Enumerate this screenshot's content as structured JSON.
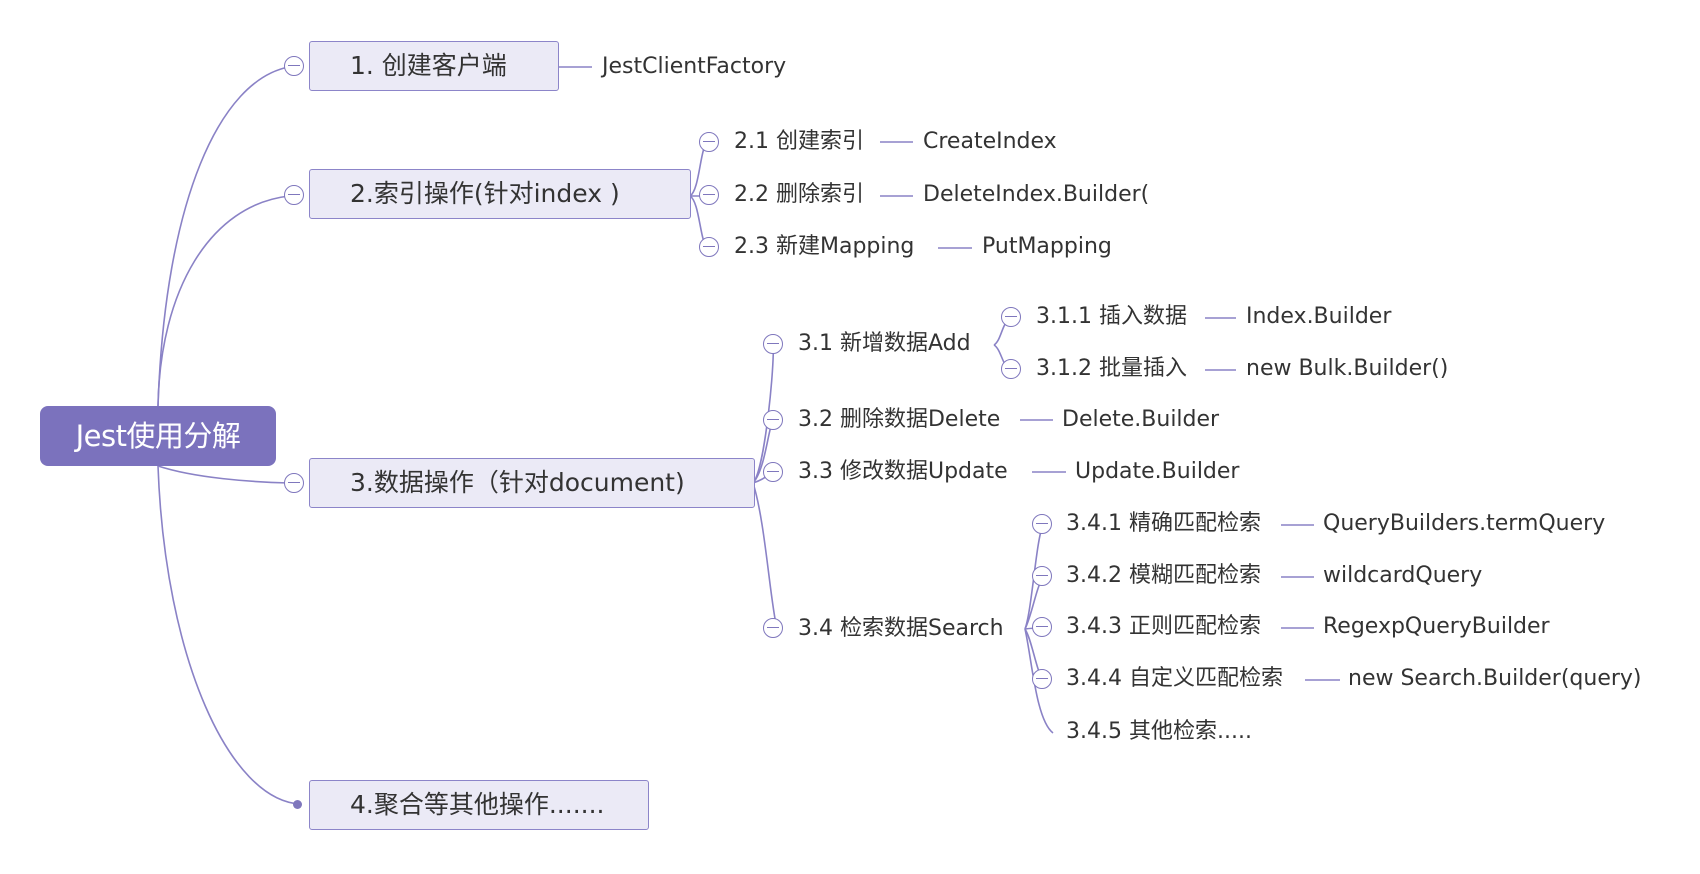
{
  "root": {
    "label": "Jest使用分解"
  },
  "branches": [
    {
      "label": "1. 创建客户端",
      "leaf": "JestClientFactory"
    },
    {
      "label": "2.索引操作(针对index )",
      "children": [
        {
          "label": "2.1 创建索引",
          "leaf": "CreateIndex"
        },
        {
          "label": "2.2 删除索引",
          "leaf": "DeleteIndex.Builder("
        },
        {
          "label": "2.3 新建Mapping",
          "leaf": "PutMapping"
        }
      ]
    },
    {
      "label": "3.数据操作（针对document)",
      "children": [
        {
          "label": "3.1 新增数据Add",
          "children": [
            {
              "label": "3.1.1 插入数据",
              "leaf": "Index.Builder"
            },
            {
              "label": "3.1.2 批量插入",
              "leaf": "new Bulk.Builder()"
            }
          ]
        },
        {
          "label": "3.2 删除数据Delete",
          "leaf": "Delete.Builder"
        },
        {
          "label": "3.3 修改数据Update",
          "leaf": "Update.Builder"
        },
        {
          "label": "3.4 检索数据Search",
          "children": [
            {
              "label": "3.4.1 精确匹配检索",
              "leaf": "QueryBuilders.termQuery"
            },
            {
              "label": "3.4.2 模糊匹配检索",
              "leaf": "wildcardQuery"
            },
            {
              "label": "3.4.3 正则匹配检索",
              "leaf": "RegexpQueryBuilder"
            },
            {
              "label": "3.4.4 自定义匹配检索",
              "leaf": "new Search.Builder(query)"
            },
            {
              "label": "3.4.5 其他检索....."
            }
          ]
        }
      ]
    },
    {
      "label": "4.聚合等其他操作......."
    }
  ],
  "colors": {
    "accent": "#7b72bd",
    "line": "#7f77bd",
    "box_fill": "#ebeaf6"
  }
}
